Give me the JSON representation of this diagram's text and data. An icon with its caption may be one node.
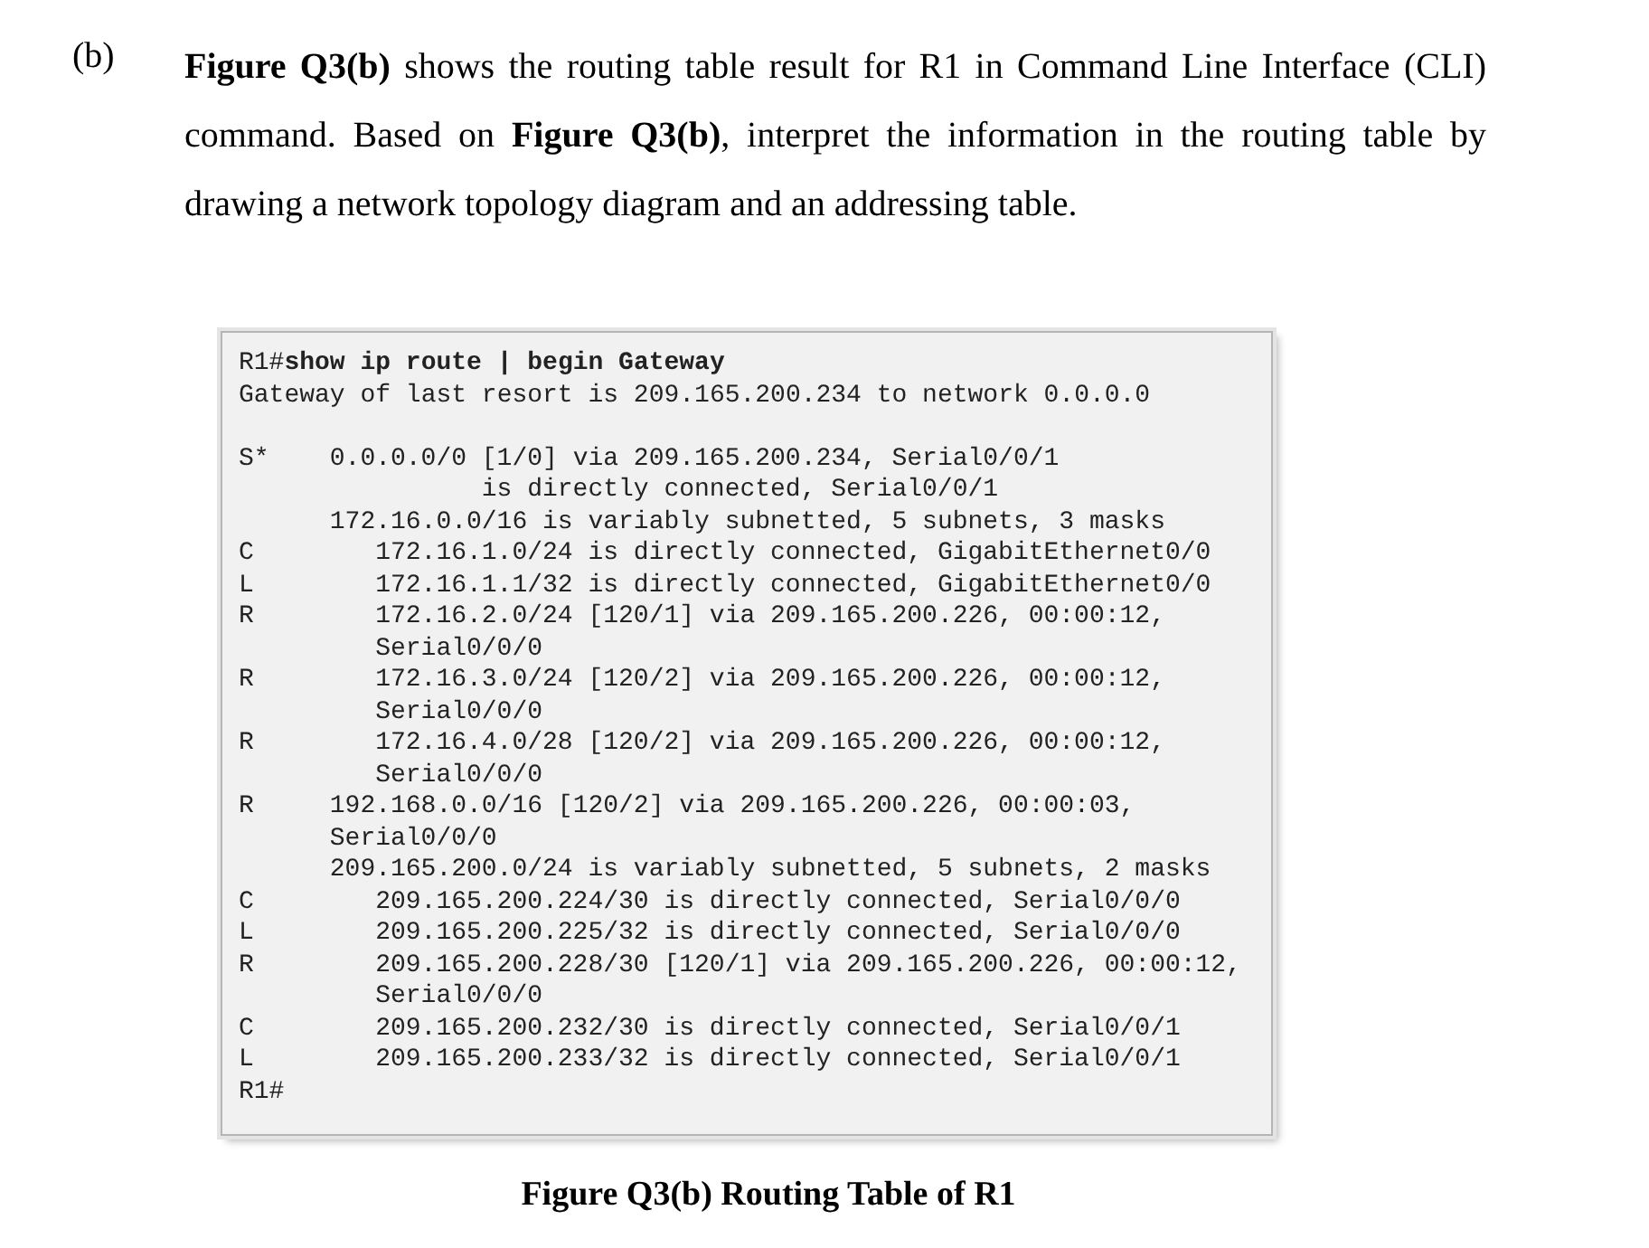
{
  "diagram": {
    "caption": "Figure Q3(b) Routing Table of R1",
    "labels": [
      "(b)",
      "**Figure Q3(b)** shows the routing table result for R1 in Command Line Interface (CLI) command. Based on **Figure Q3(b)**, interpret the information in the routing table by drawing a network topology diagram and an addressing table.",
      "R1#**show ip route | begin Gateway**",
      "Gateway of last resort is 209.165.200.234 to network 0.0.0.0",
      "S*",
      "0.0.0.0/0 [1/0] via 209.165.200.234, Serial0/0/1",
      "is directly connected, Serial0/0/1",
      "172.16.0.0/16 is variably subnetted, 5 subnets, 3 masks",
      "C",
      "172.16.1.0/24 is directly connected, GigabitEthernet0/0",
      "L",
      "172.16.1.1/32 is directly connected, GigabitEthernet0/0",
      "R",
      "172.16.2.0/24 [120/1] via 209.165.200.226, 00:00:12, Serial0/0/0",
      "R",
      "172.16.3.0/24 [120/2] via 209.165.200.226, 00:00:12, Serial0/0/0",
      "R",
      "172.16.4.0/28 [120/2] via 209.165.200.226, 00:00:12, Serial0/0/0",
      "R",
      "192.168.0.0/16 [120/2] via 209.165.200.226, 00:00:03, Serial0/0/0",
      "209.165.200.0/24 is variably subnetted, 5 subnets, 2 masks",
      "C",
      "209.165.200.224/30 is directly connected, Serial0/0/0",
      "L",
      "209.165.200.225/32 is directly connected, Serial0/0/0",
      "R",
      "209.165.200.228/30 [120/1] via 209.165.200.226, 00:00:12, Serial0/0/0",
      "C",
      "209.165.200.232/30 is directly connected, Serial0/0/1",
      "L",
      "209.165.200.233/32 is directly connected, Serial0/0/1",
      "R1#"
    ]
  }
}
